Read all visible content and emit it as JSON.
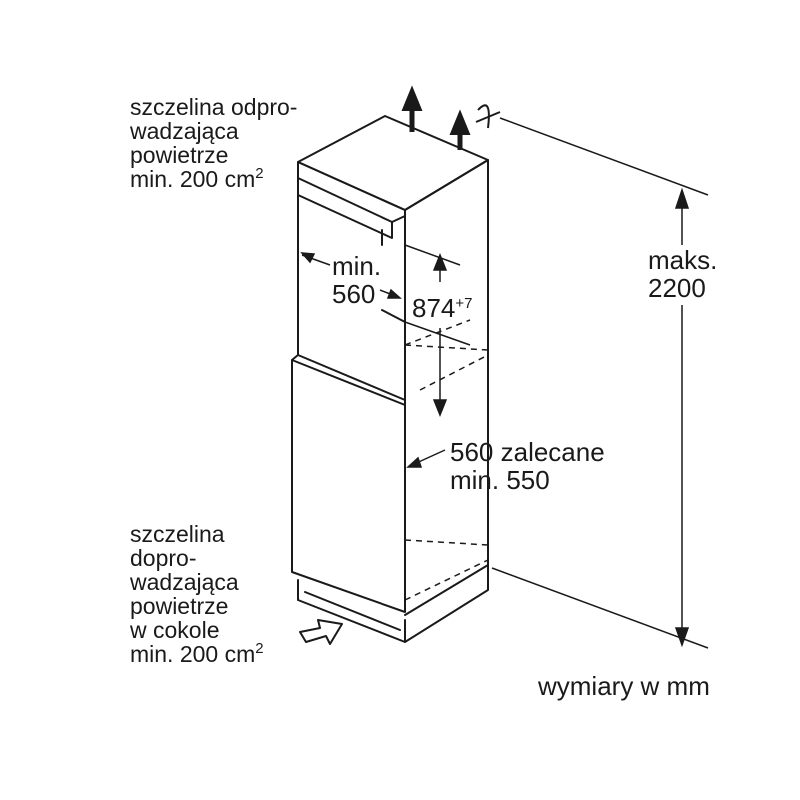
{
  "top_vent": {
    "line1": "szczelina odpro-",
    "line2": "wadzająca",
    "line3": "powietrze",
    "line4": "min. 200 cm",
    "line4_sup": "2"
  },
  "bottom_vent": {
    "line1": "szczelina",
    "line2": "dopro-",
    "line3": "wadzająca",
    "line4": "powietrze",
    "line5": "w cokole",
    "line6": "min. 200 cm",
    "line6_sup": "2"
  },
  "depth_dim": {
    "line1": "min.",
    "line2": "560"
  },
  "height_dim": {
    "value": "874",
    "tolerance": "+7"
  },
  "width_dim": {
    "line1": "560 zalecane",
    "line2": "min. 550"
  },
  "max_dim": {
    "line1": "maks.",
    "line2": "2200"
  },
  "units_note": "wymiary w mm",
  "colors": {
    "line": "#1a1a1a",
    "background": "#ffffff"
  }
}
